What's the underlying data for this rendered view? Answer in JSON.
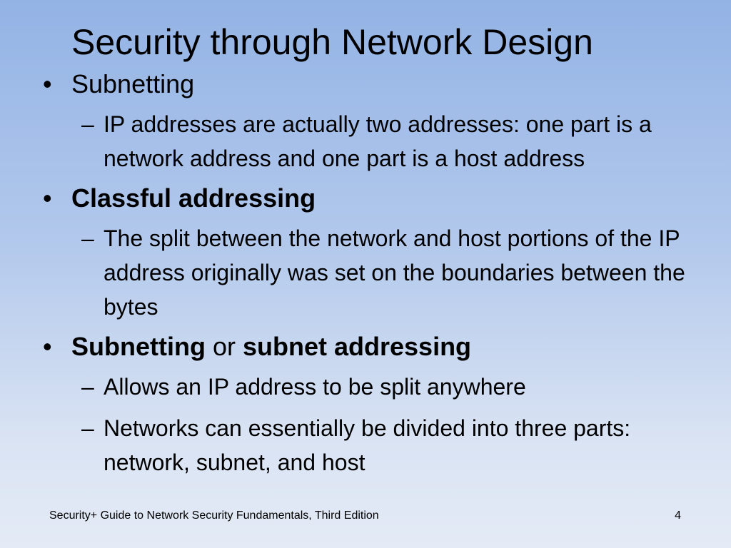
{
  "slide": {
    "title": "Security through Network Design",
    "bullets": [
      {
        "marker": "•",
        "parts": [
          {
            "text": "Subnetting",
            "bold": false
          }
        ],
        "subs": [
          {
            "marker": "–",
            "text": "IP addresses are actually two addresses: one part is a network address and one part is a host address"
          }
        ]
      },
      {
        "marker": "•",
        "parts": [
          {
            "text": "Classful addressing",
            "bold": true
          }
        ],
        "subs": [
          {
            "marker": "–",
            "text": "The split between the network and host portions of the IP address originally was set on the boundaries between the bytes"
          }
        ]
      },
      {
        "marker": "•",
        "parts": [
          {
            "text": "Subnetting",
            "bold": true
          },
          {
            "text": " or ",
            "bold": false
          },
          {
            "text": "subnet addressing",
            "bold": true
          }
        ],
        "subs": [
          {
            "marker": "–",
            "text": "Allows an IP address to be split anywhere"
          },
          {
            "marker": "–",
            "text": "Networks can essentially be divided into three parts: network, subnet, and host"
          }
        ]
      }
    ],
    "footer": "Security+ Guide to Network Security Fundamentals, Third Edition",
    "page_number": "4"
  }
}
